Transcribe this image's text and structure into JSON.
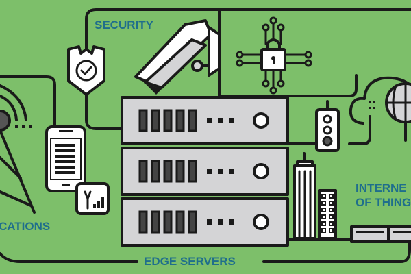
{
  "labels": {
    "security": "SECURITY",
    "applications": "CATIONS",
    "edge_servers": "EDGE SERVERS",
    "iot_line1": "INTERNE",
    "iot_line2": "OF THING"
  },
  "colors": {
    "background": "#7dbf6a",
    "label_text": "#1f6e8c",
    "outline": "#1a1a1a",
    "server_fill": "#d4d4d6"
  }
}
